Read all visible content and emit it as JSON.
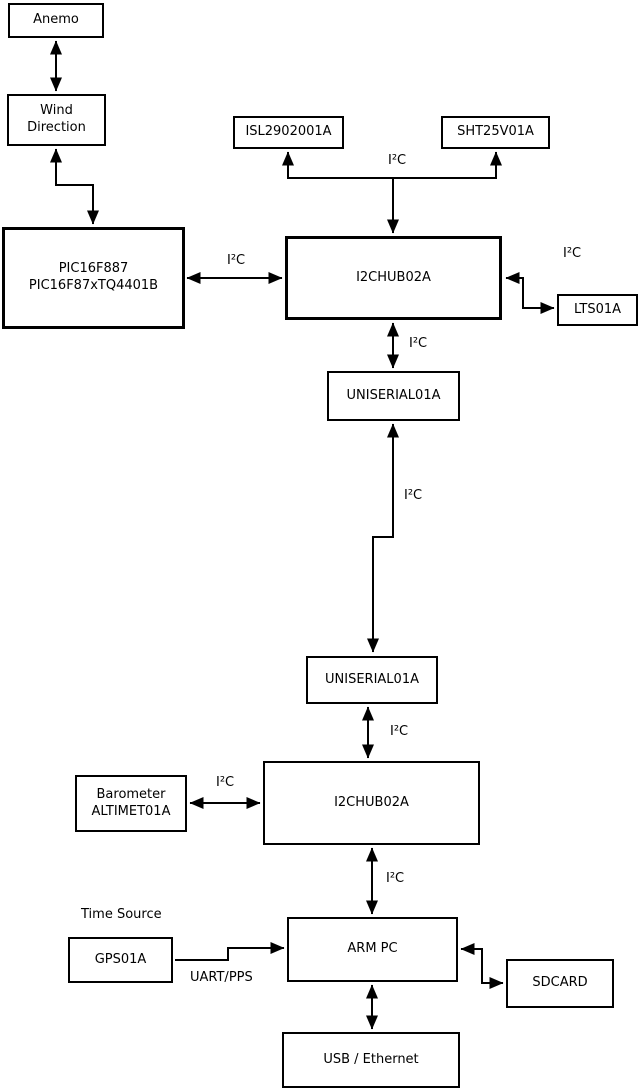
{
  "diagram": {
    "background_color": "#ffffff",
    "line_color": "#000000",
    "nodes": {
      "anemo": {
        "label": "Anemo"
      },
      "wind": {
        "label": "Wind\nDirection"
      },
      "pic": {
        "label": "PIC16F887\nPIC16F87xTQ4401B"
      },
      "isl": {
        "label": "ISL2902001A"
      },
      "sht": {
        "label": "SHT25V01A"
      },
      "hub1": {
        "label": "I2CHUB02A"
      },
      "lts": {
        "label": "LTS01A"
      },
      "uni1": {
        "label": "UNISERIAL01A"
      },
      "uni2": {
        "label": "UNISERIAL01A"
      },
      "hub2": {
        "label": "I2CHUB02A"
      },
      "baro": {
        "label": "Barometer\nALTIMET01A"
      },
      "gps": {
        "label": "GPS01A"
      },
      "arm": {
        "label": "ARM PC"
      },
      "sd": {
        "label": "SDCARD"
      },
      "usb": {
        "label": "USB / Ethernet"
      }
    },
    "edge_labels": {
      "i2c_pic_hub1": "I²C",
      "i2c_hub1_sensors": "I²C",
      "i2c_hub1_lts": "I²C",
      "i2c_hub1_uni1": "I²C",
      "i2c_uni1_uni2": "I²C",
      "i2c_uni2_hub2": "I²C",
      "i2c_baro_hub2": "I²C",
      "i2c_hub2_arm": "I²C",
      "time_source": "Time Source",
      "uart_pps": "UART/PPS"
    }
  }
}
